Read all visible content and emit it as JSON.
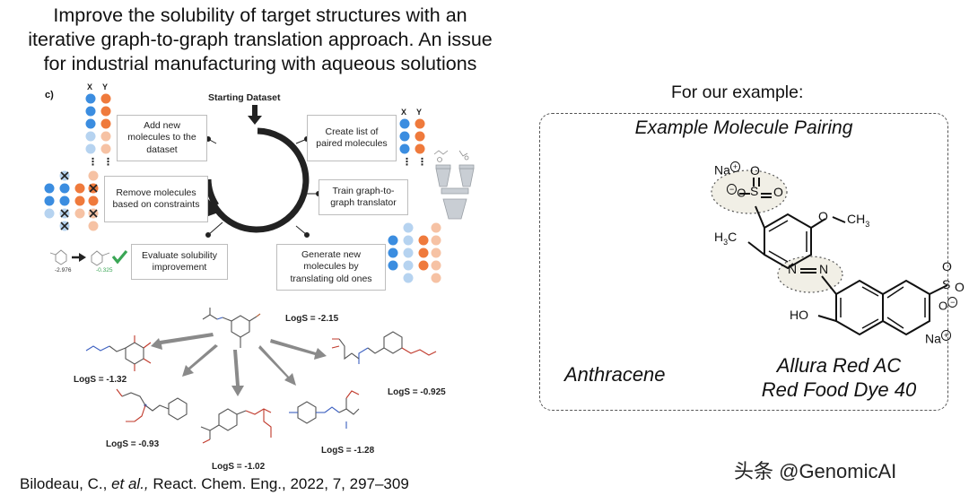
{
  "title_lines": [
    "Improve the solubility of target structures with an",
    "iterative graph-to-graph translation approach. An issue",
    "for industrial manufacturing with aqueous solutions"
  ],
  "figure": {
    "panel_label": "c)",
    "starting_dataset": "Starting Dataset",
    "steps": {
      "add": "Add new molecules to the dataset",
      "create": "Create list of paired molecules",
      "remove": "Remove molecules based on constraints",
      "train": "Train graph-to-graph translator",
      "evaluate": "Evaluate solubility improvement",
      "generate": "Generate new molecules by translating old ones"
    },
    "col_x": "X",
    "col_y": "Y",
    "ellipsis": "⋮",
    "eval_before": "-2.976",
    "eval_after": "-0.325",
    "logs_values": [
      "LogS = -2.15",
      "LogS = -1.32",
      "LogS = -0.925",
      "LogS = -0.93",
      "LogS = -1.28",
      "LogS = -1.02"
    ],
    "colors": {
      "blue": "#3b8de0",
      "light_blue": "#b6d3f0",
      "orange": "#ef7a3c",
      "light_orange": "#f6c2a4",
      "check": "#3aa655",
      "arrow_gray": "#8a8a8a"
    }
  },
  "citation": {
    "pre": "Bilodeau, C., ",
    "etal": "et al.,",
    "post": " React. Chem. Eng., 2022, 7, 297–309"
  },
  "right": {
    "for_example": "For our example:",
    "box_title": "Example Molecule Pairing",
    "anthracene": "Anthracene",
    "allura_line1": "Allura Red AC",
    "allura_line2": "Red Food Dye 40",
    "mol_labels": {
      "na_top": "Na",
      "na_bottom": "Na",
      "plus": "+",
      "minus": "−",
      "o": "O",
      "s": "S",
      "n": "N",
      "h3c": "H3C",
      "ch3": "CH3",
      "ho": "HO"
    }
  },
  "watermark": "头条 @GenomicAI"
}
